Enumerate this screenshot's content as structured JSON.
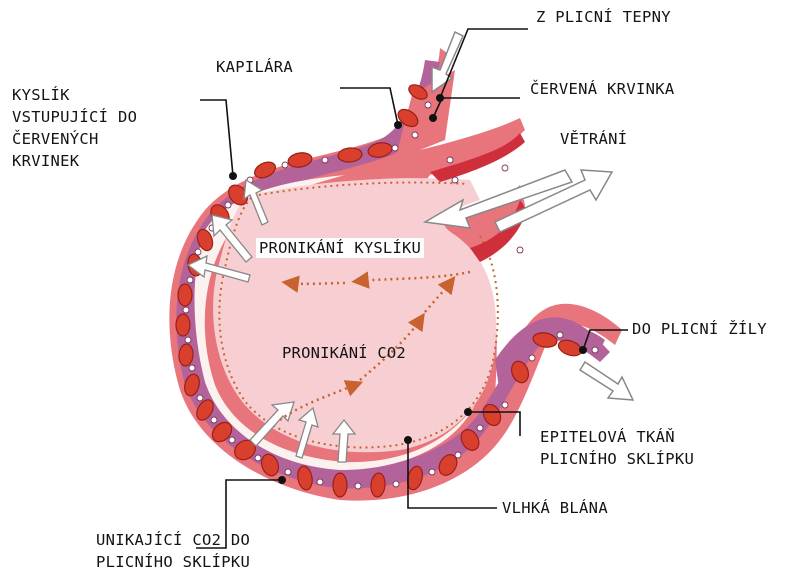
{
  "labels": {
    "z_plicni_tepny": "Z PLICNÍ TEPNY",
    "kapilara": "KAPILÁRA",
    "cervena_krvinka": "ČERVENÁ KRVINKA",
    "kyslik": [
      "KYSLÍK",
      "VSTUPUJÍCÍ DO",
      "ČERVENÝCH",
      "KRVINEK"
    ],
    "vetrani": "VĚTRÁNÍ",
    "pronikani_kysliku": "PRONIKÁNÍ KYSLÍKU",
    "pronikani_co2": "PRONIKÁNÍ CO2",
    "do_plicni_zily": "DO PLICNÍ ŽÍLY",
    "epitelova": [
      "EPITELOVÁ TKÁŇ",
      "PLICNÍHO SKLÍPKU"
    ],
    "vlhka_blana": "VLHKÁ BLÁNA",
    "unikajici": [
      "UNIKAJÍCÍ CO2 DO",
      "PLICNÍHO SKLÍPKU"
    ]
  },
  "colors": {
    "alveolus_fill": "#f7cfd2",
    "membrane_white": "#fbf1ee",
    "capillary_purple": "#b4629a",
    "tissue_salmon": "#e8757c",
    "tissue_dark": "#cf2f3a",
    "red_cell": "#d8402d",
    "red_cell_edge": "#9a1f16",
    "dot_orange": "#c8632f",
    "leader": "#111111"
  }
}
